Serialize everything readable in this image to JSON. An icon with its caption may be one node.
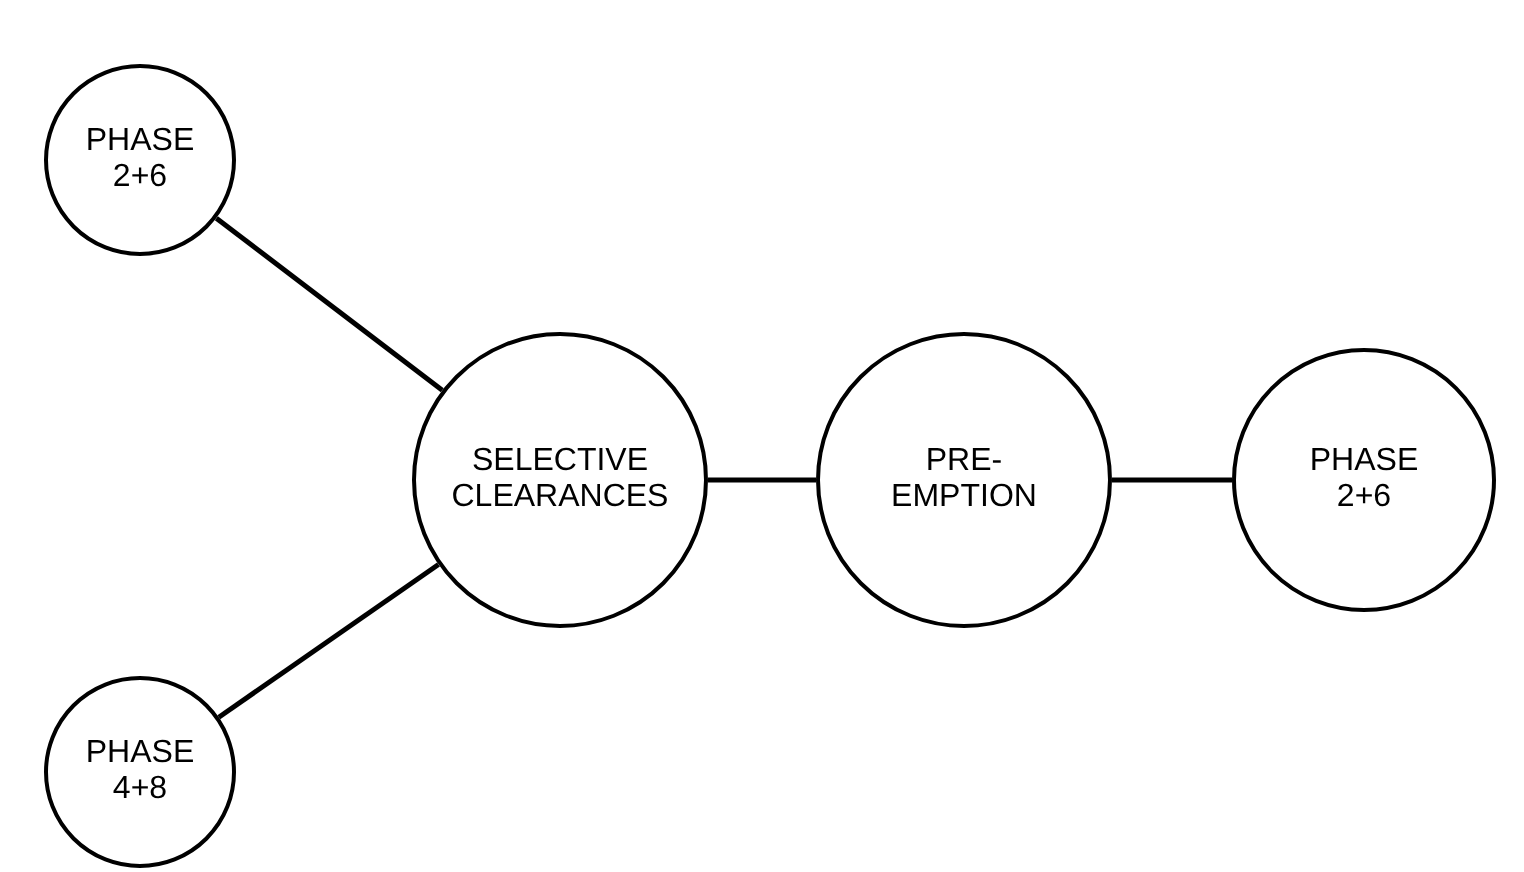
{
  "diagram": {
    "nodes": [
      {
        "text": [
          "PHASE 2+6"
        ]
      },
      {
        "text": [
          "SELECTIVE CLEARANCES"
        ]
      },
      {
        "text": [
          "PRE- EMPTION"
        ]
      },
      {
        "text": [
          "PHASE 2+6"
        ]
      },
      {
        "text": [
          "PHASE 4+8"
        ]
      }
    ],
    "edges": [
      {
        "from": 0,
        "to": 1,
        "arrow": "none"
      },
      {
        "from": 4,
        "to": 1,
        "arrow": "none"
      },
      {
        "from": 1,
        "to": 2,
        "arrow": "none"
      },
      {
        "from": 2,
        "to": 3,
        "arrow": "none"
      }
    ]
  }
}
